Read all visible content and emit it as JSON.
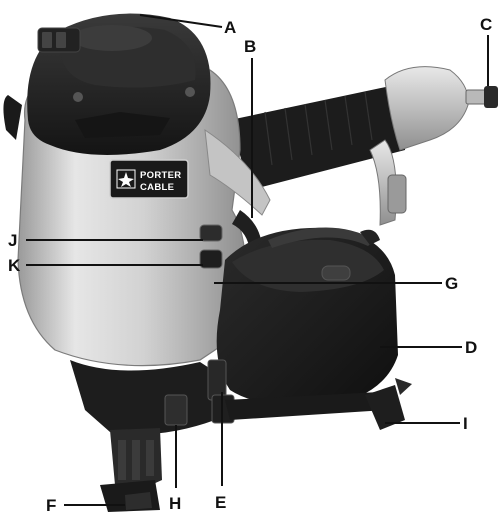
{
  "brand": {
    "line1": "PORTER",
    "line2": "CABLE"
  },
  "callouts": {
    "A": "A",
    "B": "B",
    "C": "C",
    "D": "D",
    "E": "E",
    "F": "F",
    "G": "G",
    "H": "H",
    "I": "I",
    "J": "J",
    "K": "K"
  },
  "colors": {
    "housing_silver": "#c9c9c9",
    "housing_dark": "#1e1e1e",
    "accent_black": "#111111",
    "background": "#ffffff"
  }
}
